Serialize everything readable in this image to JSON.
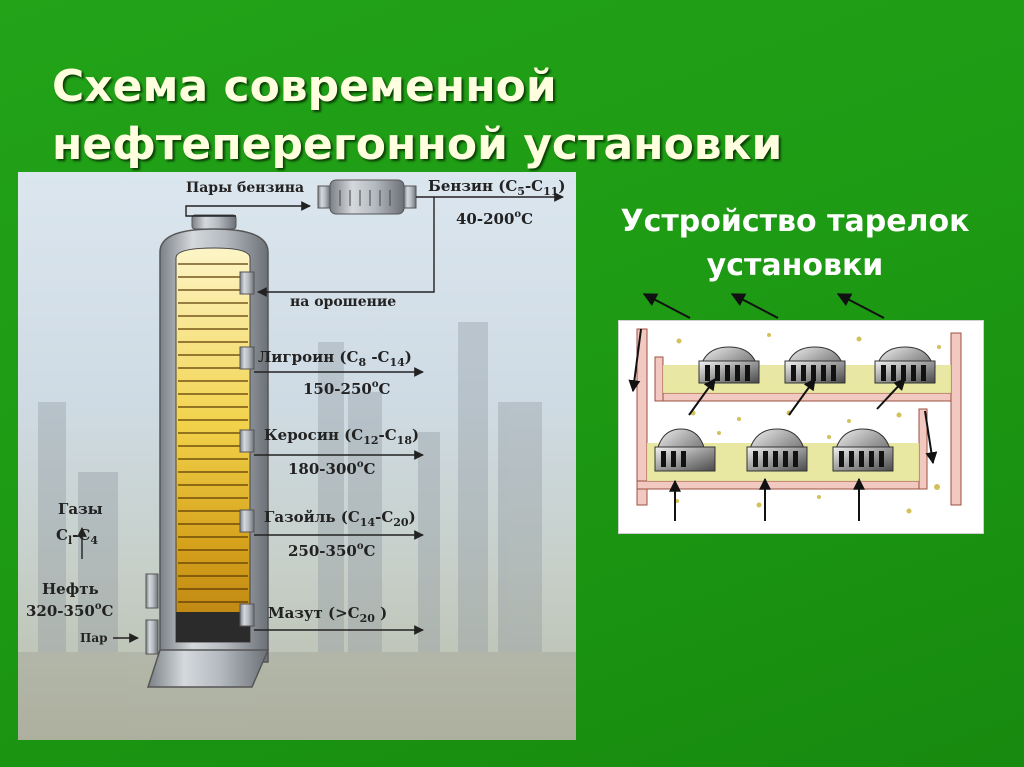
{
  "slide": {
    "title_lines": [
      "Схема современной",
      "нефтеперегонной установки"
    ],
    "subtitle_lines": [
      "Устройство тарелок",
      "установки"
    ]
  },
  "diagram": {
    "vapors": "Пары бензина",
    "gasoline": {
      "name": "Бензин (C",
      "sub1": "5",
      "mid": "-C",
      "sub2": "11",
      "end": ")",
      "temp": "40-200",
      "temp_unit": "C"
    },
    "reflux": "на орошение",
    "ligroin": {
      "name": "Лигроин (C",
      "sub1": "8",
      "mid": " -C",
      "sub2": "14",
      "end": ")",
      "temp": "150-250",
      "temp_unit": "C"
    },
    "kerosene": {
      "name": "Керосин (C",
      "sub1": "12",
      "mid": "-C",
      "sub2": "18",
      "end": ")",
      "temp": "180-300",
      "temp_unit": "C"
    },
    "gasoil": {
      "name": "Газойль (C",
      "sub1": "14",
      "mid": "-C",
      "sub2": "20",
      "end": ")",
      "temp": "250-350",
      "temp_unit": "C"
    },
    "mazut": {
      "name": "Мазут  (>C",
      "sub1": "20",
      "end": " )"
    },
    "gases": {
      "label": "Газы",
      "formula": "C",
      "sub1": "l",
      "mid": "-C",
      "sub2": "4"
    },
    "oil": {
      "label": "Нефть",
      "temp": "320-350",
      "temp_unit": "C"
    },
    "steam": "Пар",
    "degree": "o"
  },
  "colors": {
    "background": "#1e9b14",
    "title": "#ffffe0",
    "column": "#a9aeb3",
    "tray_fill": "#e8c400",
    "liquid": "#e6e69a"
  }
}
